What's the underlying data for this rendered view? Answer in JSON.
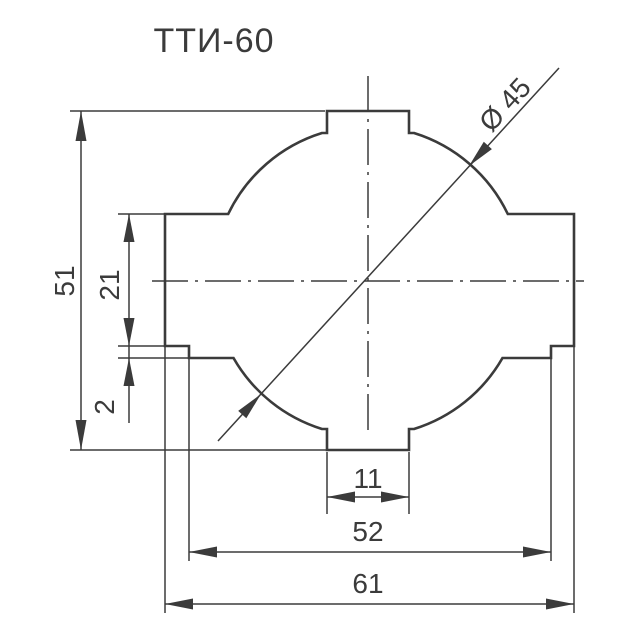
{
  "title": "ТТИ-60",
  "colors": {
    "line": "#3b3b3b",
    "background": "#ffffff"
  },
  "drawing": {
    "dim_overall_height": "51",
    "dim_block_height": "21",
    "dim_step_height": "2",
    "dim_diameter": "Ø 45",
    "dim_tab_width": "11",
    "dim_step_width": "52",
    "dim_overall_width": "61"
  }
}
